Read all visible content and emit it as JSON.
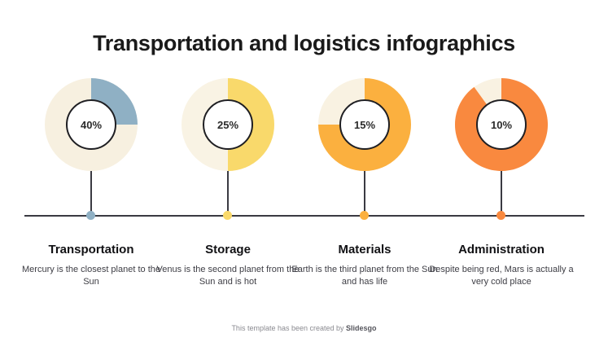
{
  "title": "Transportation and logistics infographics",
  "footer": {
    "text": "This template has been created by ",
    "brand": "Slidesgo"
  },
  "colors": {
    "track": "#F7F0E0",
    "series_1": "#8FB0C4",
    "series_2": "#F9D96B",
    "series_3": "#FBB03F",
    "series_4": "#F9893F",
    "line": "#3A3A42",
    "text_dark": "#111114",
    "text_body": "#3D3D44"
  },
  "chart_data": {
    "type": "pie",
    "title": "Transportation and logistics infographics",
    "legend_position": "below",
    "grid": false,
    "items": [
      {
        "label": "Transportation",
        "value": 40,
        "value_text": "40%",
        "fill_fraction": 0.25,
        "color": "#8FB0C4",
        "track_color": "#F7F0E0",
        "description": "Mercury is the closest planet to the Sun"
      },
      {
        "label": "Storage",
        "value": 25,
        "value_text": "25%",
        "fill_fraction": 0.5,
        "color": "#F9D96B",
        "track_color": "#F9F3E4",
        "description": "Venus is the second planet from the Sun and is hot"
      },
      {
        "label": "Materials",
        "value": 15,
        "value_text": "15%",
        "fill_fraction": 0.75,
        "color": "#FBB03F",
        "track_color": "#F9F2E2",
        "description": "Earth is the third planet from the Sun and has life"
      },
      {
        "label": "Administration",
        "value": 10,
        "value_text": "10%",
        "fill_fraction": 0.9,
        "color": "#F9893F",
        "track_color": "#F9F2E2",
        "description": "Despite being red, Mars is actually a very cold place"
      }
    ]
  }
}
